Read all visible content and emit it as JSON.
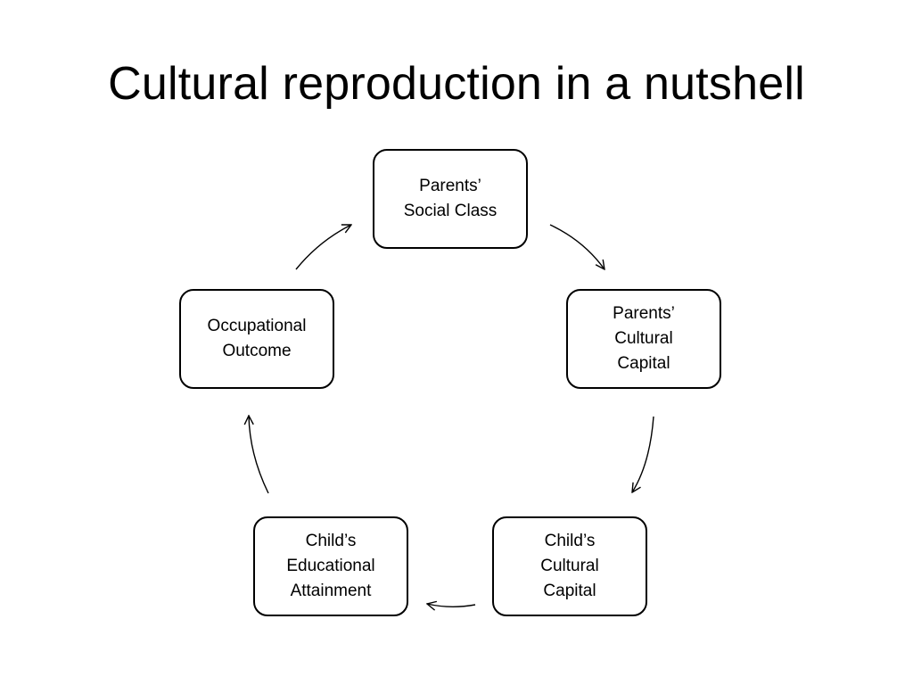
{
  "title": "Cultural reproduction in a nutshell",
  "nodes": [
    {
      "id": "parents-social-class",
      "lines": [
        "Parents’",
        "Social Class"
      ]
    },
    {
      "id": "parents-cultural-capital",
      "lines": [
        "Parents’",
        "Cultural",
        "Capital"
      ]
    },
    {
      "id": "childs-cultural-capital",
      "lines": [
        "Child’s",
        "Cultural",
        "Capital"
      ]
    },
    {
      "id": "childs-educational-attainment",
      "lines": [
        "Child’s",
        "Educational",
        "Attainment"
      ]
    },
    {
      "id": "occupational-outcome",
      "lines": [
        "Occupational",
        "Outcome"
      ]
    }
  ],
  "edges": [
    {
      "from": "parents-social-class",
      "to": "parents-cultural-capital"
    },
    {
      "from": "parents-cultural-capital",
      "to": "childs-cultural-capital"
    },
    {
      "from": "childs-cultural-capital",
      "to": "childs-educational-attainment"
    },
    {
      "from": "childs-educational-attainment",
      "to": "occupational-outcome"
    },
    {
      "from": "occupational-outcome",
      "to": "parents-social-class"
    }
  ]
}
